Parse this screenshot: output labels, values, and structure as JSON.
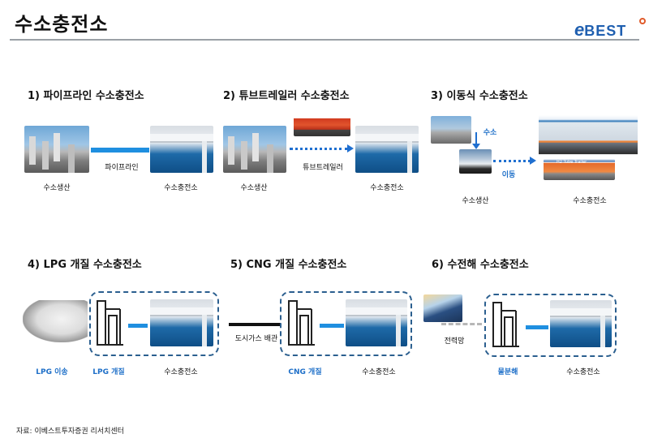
{
  "title": "수소충전소",
  "logo": {
    "e": "e",
    "best": "BEST"
  },
  "sections": {
    "s1": {
      "title": "1) 파이프라인 수소충전소",
      "pipe_label": "파이프라인",
      "left_label": "수소생산",
      "right_label": "수소충전소"
    },
    "s2": {
      "title": "2) 튜브트레일러 수소충전소",
      "arrow_label": "튜브트레일러",
      "left_label": "수소생산",
      "right_label": "수소충전소"
    },
    "s3": {
      "title": "3) 이동식 수소충전소",
      "h2_label": "수소",
      "move_label": "이동",
      "left_label": "수소생산",
      "right_label": "수소충전소",
      "skid_text": "H2 Tube Trailer"
    },
    "s4": {
      "title": "4) LPG 개질 수소충전소",
      "lpg_label": "LPG 이송",
      "reform_label": "LPG 개질",
      "right_label": "수소충전소"
    },
    "s5": {
      "title": "5) CNG 개질 수소충전소",
      "pipe_label": "도시가스 배관",
      "reform_label": "CNG 개질",
      "right_label": "수소충전소"
    },
    "s6": {
      "title": "6) 수전해 수소충전소",
      "grid_label": "전력망",
      "electrolysis_label": "물분해",
      "right_label": "수소충전소"
    }
  },
  "footnote": "자료: 이베스트투자증권 리서치센터",
  "colors": {
    "accent_blue": "#1f8fe0",
    "label_blue": "#1e6fc8",
    "box_dash": "#2b5f8f"
  }
}
